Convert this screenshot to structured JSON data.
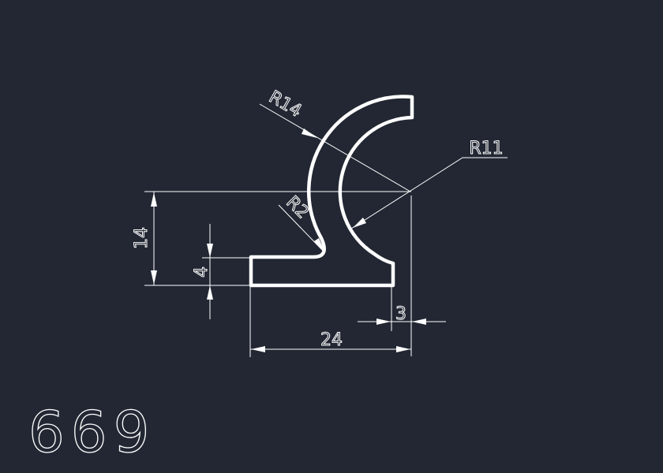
{
  "drawing": {
    "part_number": "669",
    "dimensions": {
      "radius_outer": "R14",
      "radius_inner": "R11",
      "radius_fillet": "R2",
      "height_total": "14",
      "base_thickness": "4",
      "lip_width": "3",
      "width_total": "24"
    }
  },
  "colors": {
    "background": "#222733",
    "lines": "#ffffff"
  }
}
